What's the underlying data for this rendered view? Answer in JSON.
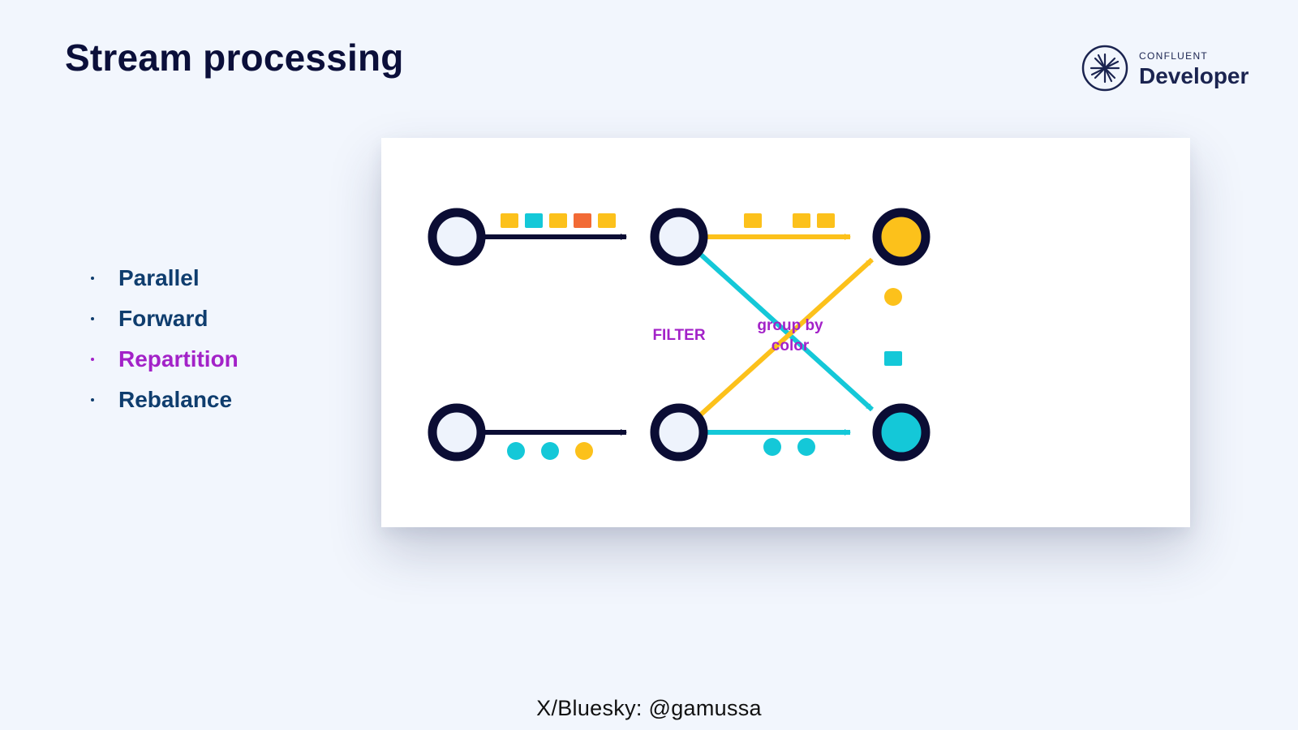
{
  "slide": {
    "title": "Stream processing",
    "logo": {
      "small": "CONFLUENT",
      "big": "Developer"
    },
    "bullets": [
      {
        "label": "Parallel",
        "active": false
      },
      {
        "label": "Forward",
        "active": false
      },
      {
        "label": "Repartition",
        "active": true
      },
      {
        "label": "Rebalance",
        "active": false
      }
    ],
    "footer": "X/Bluesky: @gamussa"
  },
  "diagram": {
    "filter_label": "FILTER",
    "group_label_line1": "group by",
    "group_label_line2": "color"
  },
  "colors": {
    "navy": "#0b0d34",
    "yellow": "#fcc11b",
    "cyan": "#14c8d8",
    "orange": "#f26a35",
    "purple": "#a322c8",
    "node_fill": "#eef3fc"
  }
}
